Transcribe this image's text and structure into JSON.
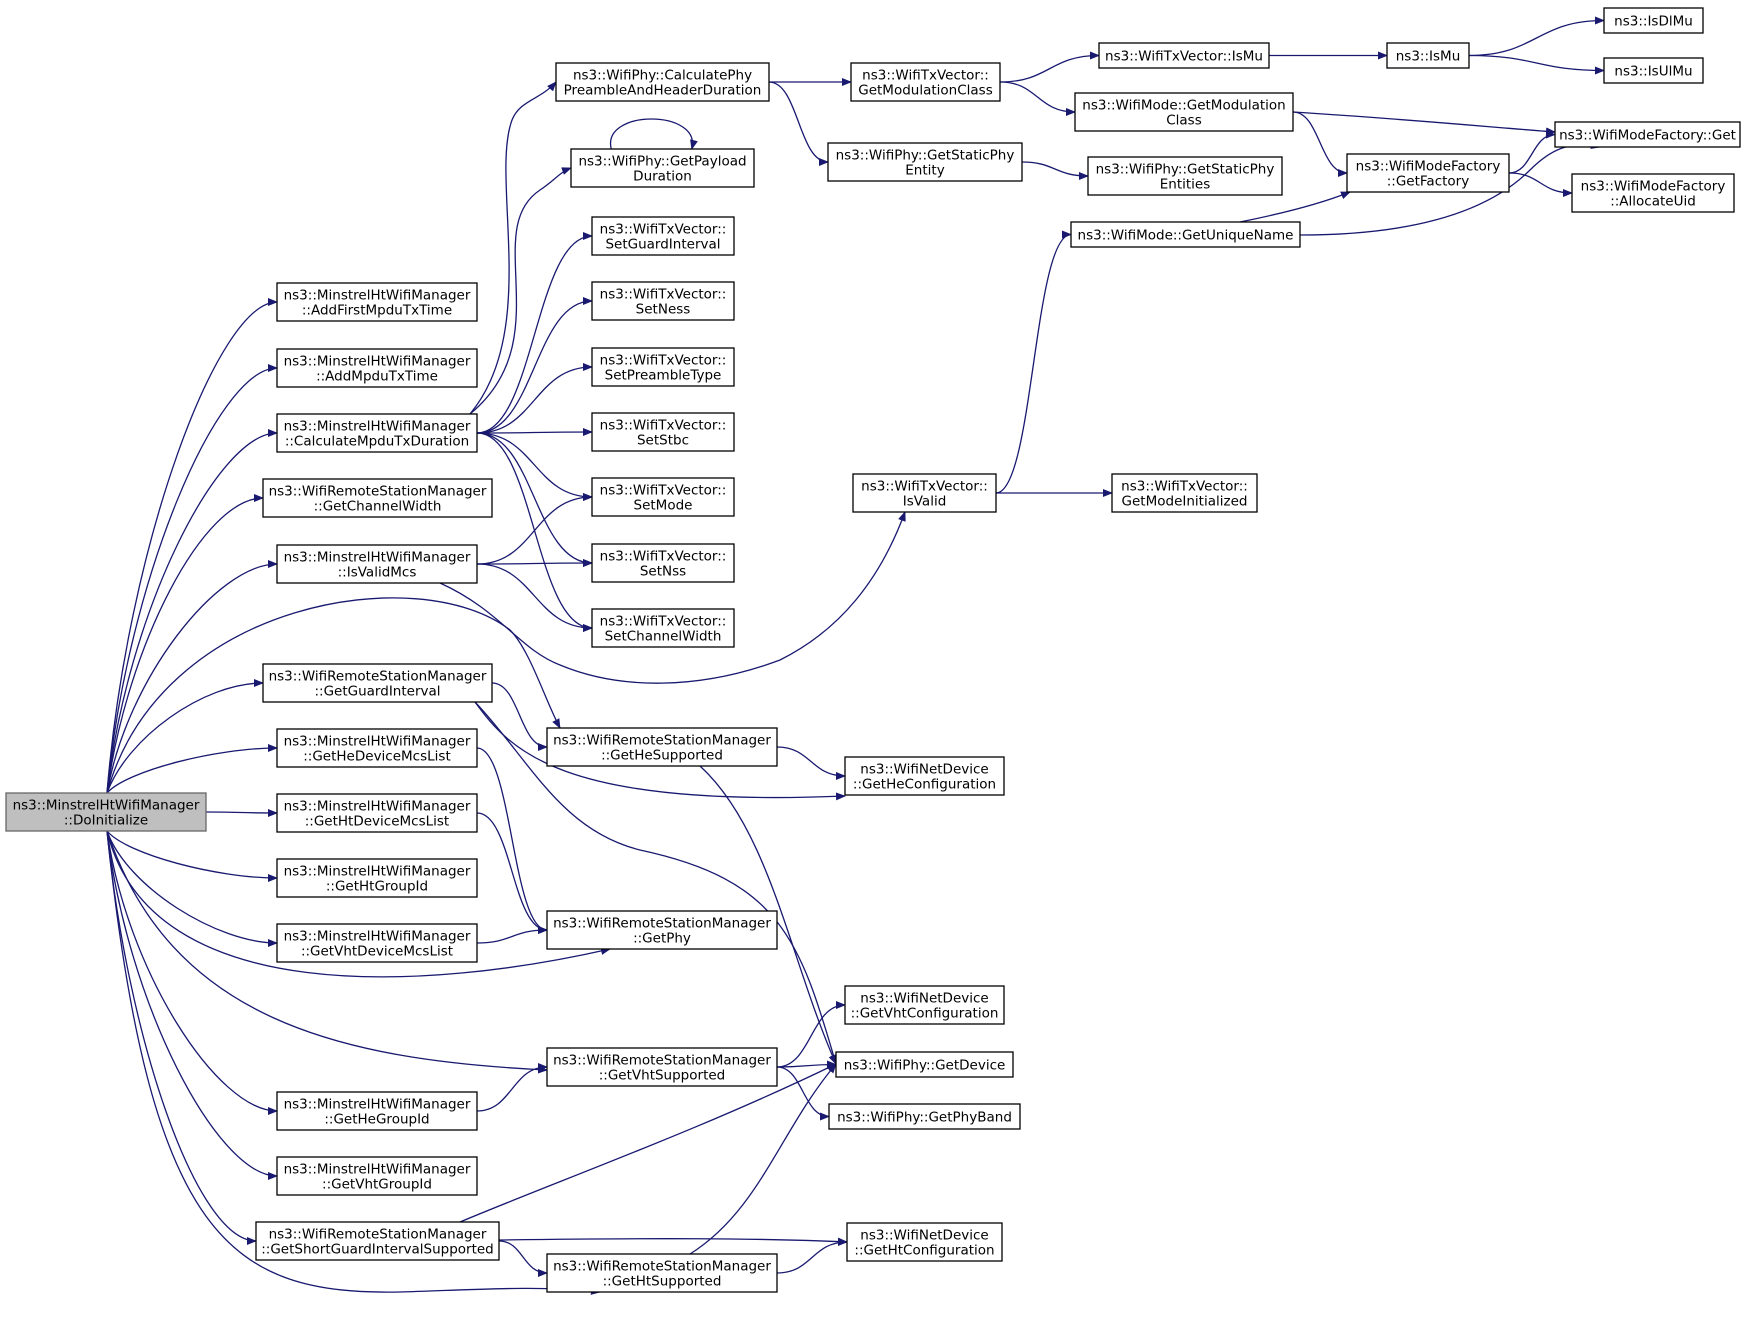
{
  "colors": {
    "edge": "#191970",
    "root_fill": "#bfbfbf",
    "node_fill": "#ffffff",
    "node_stroke": "#000000"
  },
  "nodes": {
    "root": [
      "ns3::MinstrelHtWifiManager",
      "::DoInitialize"
    ],
    "addFirstMpdu": [
      "ns3::MinstrelHtWifiManager",
      "::AddFirstMpduTxTime"
    ],
    "addMpdu": [
      "ns3::MinstrelHtWifiManager",
      "::AddMpduTxTime"
    ],
    "calcMpdu": [
      "ns3::MinstrelHtWifiManager",
      "::CalculateMpduTxDuration"
    ],
    "getChannelWidth": [
      "ns3::WifiRemoteStationManager",
      "::GetChannelWidth"
    ],
    "isValidMcs": [
      "ns3::MinstrelHtWifiManager",
      "::IsValidMcs"
    ],
    "getGuardInterval": [
      "ns3::WifiRemoteStationManager",
      "::GetGuardInterval"
    ],
    "getHeDeviceMcs": [
      "ns3::MinstrelHtWifiManager",
      "::GetHeDeviceMcsList"
    ],
    "getHtDeviceMcs": [
      "ns3::MinstrelHtWifiManager",
      "::GetHtDeviceMcsList"
    ],
    "getHtGroupId": [
      "ns3::MinstrelHtWifiManager",
      "::GetHtGroupId"
    ],
    "getVhtDeviceMcs": [
      "ns3::MinstrelHtWifiManager",
      "::GetVhtDeviceMcsList"
    ],
    "getHeGroupId": [
      "ns3::MinstrelHtWifiManager",
      "::GetHeGroupId"
    ],
    "getVhtGroupId": [
      "ns3::MinstrelHtWifiManager",
      "::GetVhtGroupId"
    ],
    "getSgiSupported": [
      "ns3::WifiRemoteStationManager",
      "::GetShortGuardIntervalSupported"
    ],
    "calcPreamble": [
      "ns3::WifiPhy::CalculatePhy",
      "PreambleAndHeaderDuration"
    ],
    "getPayload": [
      "ns3::WifiPhy::GetPayload",
      "Duration"
    ],
    "setGuard": [
      "ns3::WifiTxVector::",
      "SetGuardInterval"
    ],
    "setNess": [
      "ns3::WifiTxVector::",
      "SetNess"
    ],
    "setPreamble": [
      "ns3::WifiTxVector::",
      "SetPreambleType"
    ],
    "setStbc": [
      "ns3::WifiTxVector::",
      "SetStbc"
    ],
    "setMode": [
      "ns3::WifiTxVector::",
      "SetMode"
    ],
    "setNss": [
      "ns3::WifiTxVector::",
      "SetNss"
    ],
    "setChWidth": [
      "ns3::WifiTxVector::",
      "SetChannelWidth"
    ],
    "getHeSupported": [
      "ns3::WifiRemoteStationManager",
      "::GetHeSupported"
    ],
    "getPhy": [
      "ns3::WifiRemoteStationManager",
      "::GetPhy"
    ],
    "getVhtSupported": [
      "ns3::WifiRemoteStationManager",
      "::GetVhtSupported"
    ],
    "getHtSupported": [
      "ns3::WifiRemoteStationManager",
      "::GetHtSupported"
    ],
    "txGetModClass": [
      "ns3::WifiTxVector::",
      "GetModulationClass"
    ],
    "getStaticPhyEntity": [
      "ns3::WifiPhy::GetStaticPhy",
      "Entity"
    ],
    "isValid": [
      "ns3::WifiTxVector::",
      "IsValid"
    ],
    "getHeConfig": [
      "ns3::WifiNetDevice",
      "::GetHeConfiguration"
    ],
    "getVhtConfig": [
      "ns3::WifiNetDevice",
      "::GetVhtConfiguration"
    ],
    "getDevice": [
      "ns3::WifiPhy::GetDevice"
    ],
    "getPhyBand": [
      "ns3::WifiPhy::GetPhyBand"
    ],
    "getHtConfig": [
      "ns3::WifiNetDevice",
      "::GetHtConfiguration"
    ],
    "txIsMu": [
      "ns3::WifiTxVector::IsMu"
    ],
    "modeGetModClass": [
      "ns3::WifiMode::GetModulation",
      "Class"
    ],
    "getStaticPhyEntities": [
      "ns3::WifiPhy::GetStaticPhy",
      "Entities"
    ],
    "getUniqueName": [
      "ns3::WifiMode::GetUniqueName"
    ],
    "getModeInit": [
      "ns3::WifiTxVector::",
      "GetModeInitialized"
    ],
    "isMu": [
      "ns3::IsMu"
    ],
    "factoryGetFactory": [
      "ns3::WifiModeFactory",
      "::GetFactory"
    ],
    "isDlMu": [
      "ns3::IsDlMu"
    ],
    "isUlMu": [
      "ns3::IsUlMu"
    ],
    "factoryGet": [
      "ns3::WifiModeFactory::Get"
    ],
    "allocateUid": [
      "ns3::WifiModeFactory",
      "::AllocateUid"
    ]
  },
  "edges": [
    [
      "root",
      "addFirstMpdu"
    ],
    [
      "root",
      "addMpdu"
    ],
    [
      "root",
      "calcMpdu"
    ],
    [
      "root",
      "getChannelWidth"
    ],
    [
      "root",
      "isValidMcs"
    ],
    [
      "root",
      "getGuardInterval"
    ],
    [
      "root",
      "getHeDeviceMcs"
    ],
    [
      "root",
      "getHtDeviceMcs"
    ],
    [
      "root",
      "getHtGroupId"
    ],
    [
      "root",
      "getVhtDeviceMcs"
    ],
    [
      "root",
      "getHeGroupId"
    ],
    [
      "root",
      "getVhtGroupId"
    ],
    [
      "root",
      "getSgiSupported"
    ],
    [
      "root",
      "getHeSupported"
    ],
    [
      "root",
      "getPhy"
    ],
    [
      "root",
      "getVhtSupported"
    ],
    [
      "root",
      "getHtSupported"
    ],
    [
      "calcMpdu",
      "calcPreamble"
    ],
    [
      "calcMpdu",
      "getPayload"
    ],
    [
      "calcMpdu",
      "setGuard"
    ],
    [
      "calcMpdu",
      "setNess"
    ],
    [
      "calcMpdu",
      "setPreamble"
    ],
    [
      "calcMpdu",
      "setStbc"
    ],
    [
      "calcMpdu",
      "setMode"
    ],
    [
      "calcMpdu",
      "setNss"
    ],
    [
      "calcMpdu",
      "setChWidth"
    ],
    [
      "getPayload",
      "getPayload"
    ],
    [
      "isValidMcs",
      "setMode"
    ],
    [
      "isValidMcs",
      "setNss"
    ],
    [
      "isValidMcs",
      "setChWidth"
    ],
    [
      "isValidMcs",
      "isValid"
    ],
    [
      "getGuardInterval",
      "getHeSupported"
    ],
    [
      "getGuardInterval",
      "getHeConfig"
    ],
    [
      "getGuardInterval",
      "getDevice"
    ],
    [
      "getHeDeviceMcs",
      "getPhy"
    ],
    [
      "getHtDeviceMcs",
      "getPhy"
    ],
    [
      "getVhtDeviceMcs",
      "getPhy"
    ],
    [
      "getHeSupported",
      "getHeConfig"
    ],
    [
      "getHeSupported",
      "getDevice"
    ],
    [
      "getVhtSupported",
      "getVhtConfig"
    ],
    [
      "getVhtSupported",
      "getDevice"
    ],
    [
      "getVhtSupported",
      "getPhyBand"
    ],
    [
      "getHeGroupId",
      "getVhtSupported"
    ],
    [
      "getSgiSupported",
      "getDevice"
    ],
    [
      "getSgiSupported",
      "getHtConfig"
    ],
    [
      "getSgiSupported",
      "getHtSupported"
    ],
    [
      "getHtSupported",
      "getHtConfig"
    ],
    [
      "getHtSupported",
      "getDevice"
    ],
    [
      "calcPreamble",
      "txGetModClass"
    ],
    [
      "calcPreamble",
      "getStaticPhyEntity"
    ],
    [
      "txGetModClass",
      "txIsMu"
    ],
    [
      "txGetModClass",
      "modeGetModClass"
    ],
    [
      "getStaticPhyEntity",
      "getStaticPhyEntities"
    ],
    [
      "isValid",
      "getUniqueName"
    ],
    [
      "isValid",
      "getModeInit"
    ],
    [
      "txIsMu",
      "isMu"
    ],
    [
      "isMu",
      "isDlMu"
    ],
    [
      "isMu",
      "isUlMu"
    ],
    [
      "modeGetModClass",
      "factoryGet"
    ],
    [
      "modeGetModClass",
      "factoryGetFactory"
    ],
    [
      "getUniqueName",
      "factoryGetFactory"
    ],
    [
      "getUniqueName",
      "factoryGet"
    ],
    [
      "factoryGetFactory",
      "factoryGet"
    ],
    [
      "factoryGetFactory",
      "allocateUid"
    ]
  ]
}
